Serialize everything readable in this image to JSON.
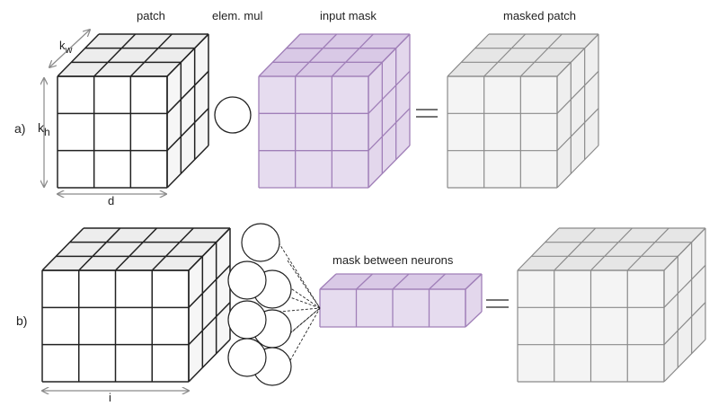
{
  "top_labels": {
    "patch": "patch",
    "mul": "elem. mul",
    "input_mask": "input mask",
    "masked_patch": "masked patch"
  },
  "row_labels": {
    "a": "a)",
    "b": "b)"
  },
  "dims": {
    "kw": "k",
    "kw_sub": "w",
    "kh": "k",
    "kh_sub": "h",
    "d": "d",
    "i": "i"
  },
  "mask_label": "mask between neurons",
  "colors": {
    "dark_edge": "#222222",
    "grey_edge": "#8a8a8a",
    "purple_fill": "#e6dcef",
    "purple_edge": "#a07fb8",
    "grey_fill": "#f4f4f4"
  }
}
